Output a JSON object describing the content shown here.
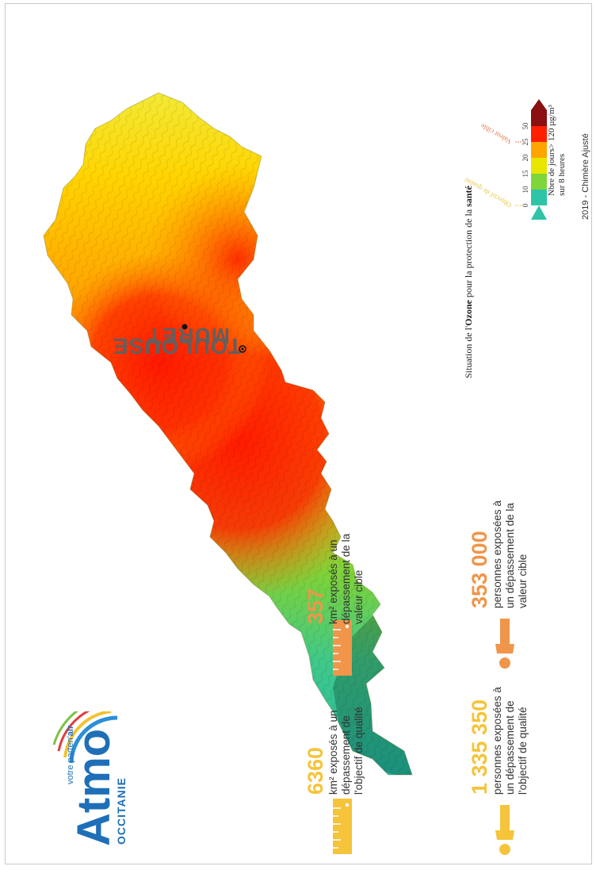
{
  "cities": [
    {
      "name": "TOULOUSE"
    },
    {
      "name": "MURET"
    }
  ],
  "legend": {
    "title_prefix": "Situation de l'",
    "title_pollutant": "Ozone",
    "title_middle": " pour la protection de la ",
    "title_target": "santé",
    "thresholds": [
      {
        "label": "Objectif de qualité",
        "color": "#e8c84a"
      },
      {
        "label": "Valeur cible",
        "color": "#e07850"
      }
    ],
    "scale": [
      {
        "value": "0",
        "color": "#2ec4a8"
      },
      {
        "value": "10",
        "color": "#7fd63a"
      },
      {
        "value": "15",
        "color": "#e6e600"
      },
      {
        "value": "20",
        "color": "#ffa500"
      },
      {
        "value": "25",
        "color": "#ff2000"
      },
      {
        "value": "50",
        "color": "#8b1010"
      }
    ],
    "unit_line1": "Nbre de jours> 120 µg/m³",
    "unit_line2": "sur 8 heures"
  },
  "credit": "2019 - Chimère Ajusté",
  "stats": [
    {
      "value": "1 335 350",
      "line1": "personnes exposées à",
      "line2": "un dépassement de",
      "line3": "l'objectif de qualité",
      "color": "#f5c43a",
      "icon": "person-icon"
    },
    {
      "value": "353 000",
      "line1": "personnes exposées à",
      "line2": "un dépassement de la",
      "line3": "valeur cible",
      "color": "#f0954a",
      "icon": "person-icon"
    },
    {
      "value": "6360",
      "line1": "km² exposés à un",
      "line2": "dépassement de",
      "line3": "l'objectif de qualité",
      "color": "#f5c43a",
      "icon": "ruler-icon"
    },
    {
      "value": "357",
      "line1": "km² exposés à un",
      "line2": "dépassement de la",
      "line3": "valeur cible",
      "color": "#f0954a",
      "icon": "ruler-icon"
    }
  ],
  "logo": {
    "brand": "Atmo",
    "tagline_prefix": "votre parten'",
    "tagline_suffix": "air",
    "region": "OCCITANIE"
  }
}
